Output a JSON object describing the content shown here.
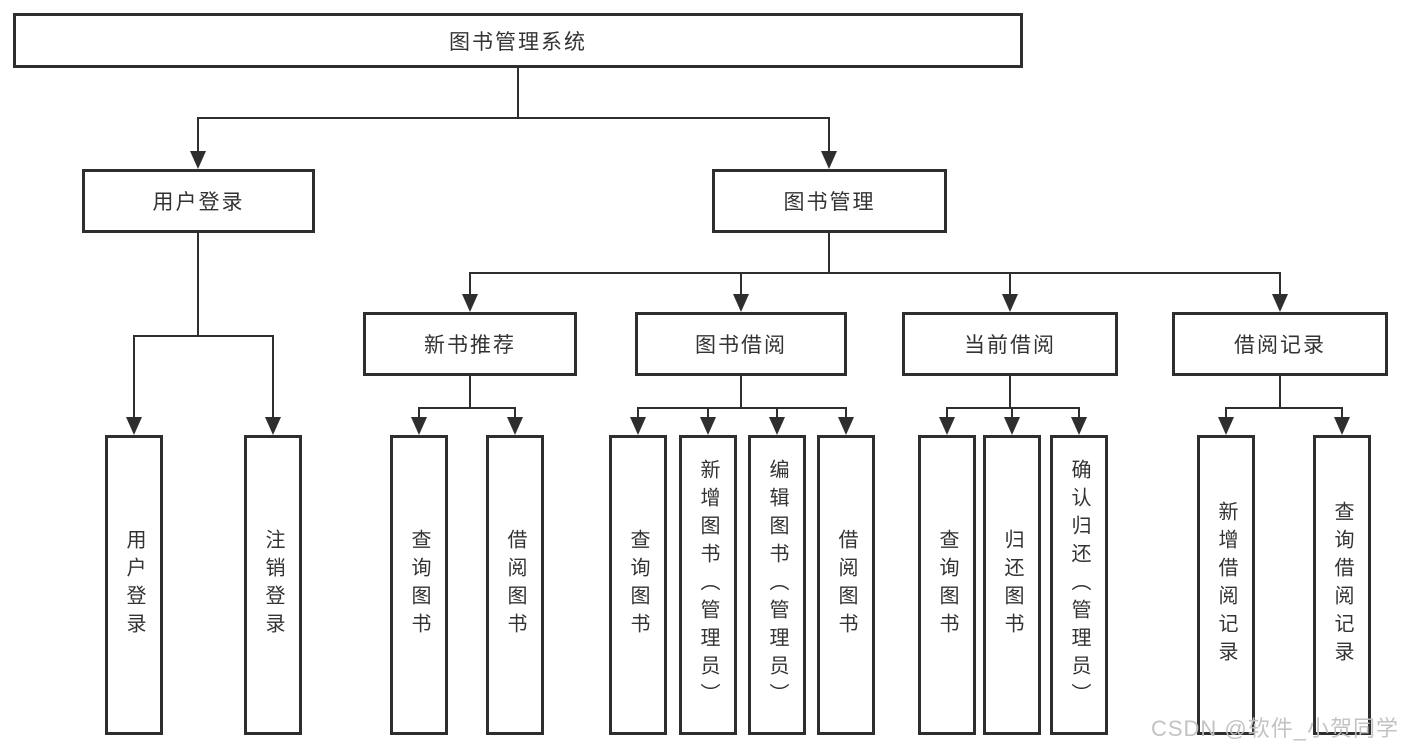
{
  "title": {
    "label": "图书管理系统"
  },
  "level2": {
    "user_login": "用户登录",
    "book_management": "图书管理"
  },
  "level3": {
    "new_book_recommend": "新书推荐",
    "book_borrow": "图书借阅",
    "current_borrow": "当前借阅",
    "borrow_records": "借阅记录"
  },
  "leaves": {
    "user_login": [
      "用户登录",
      "注销登录"
    ],
    "new_book_recommend": [
      "查询图书",
      "借阅图书"
    ],
    "book_borrow": [
      "查询图书",
      "新增图书（管理员）",
      "编辑图书（管理员）",
      "借阅图书"
    ],
    "current_borrow": [
      "查询图书",
      "归还图书",
      "确认归还（管理员）"
    ],
    "borrow_records": [
      "新增借阅记录",
      "查询借阅记录"
    ]
  },
  "watermark": "CSDN @软件_小贺同学",
  "colors": {
    "line": "#2e2e2e",
    "text": "#333333",
    "watermark": "#c4c4c4",
    "background": "#ffffff"
  }
}
